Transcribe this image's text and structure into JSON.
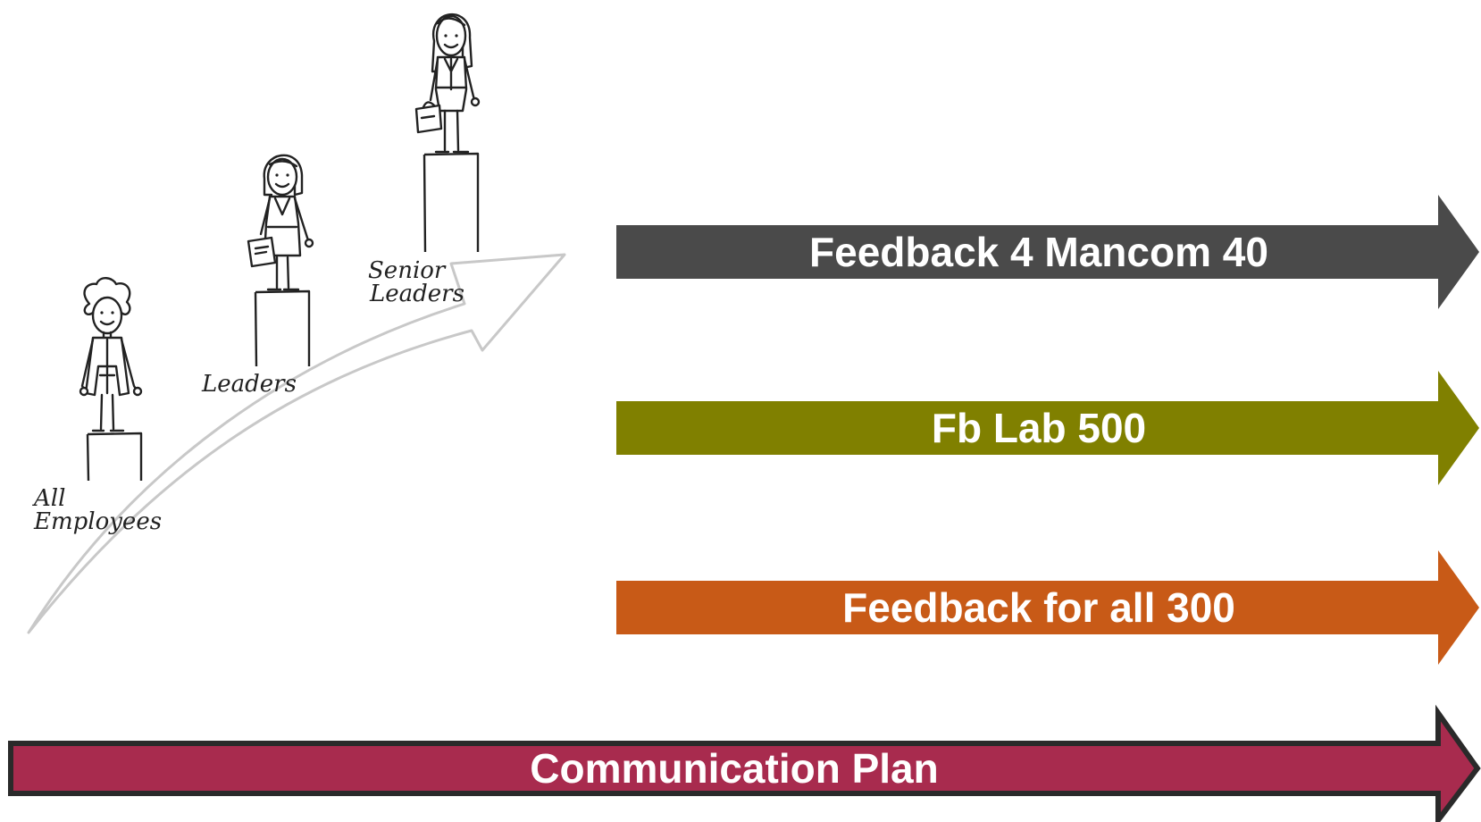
{
  "arrows": [
    {
      "label": "Feedback 4 Mancom 40",
      "color": "#4a4a4a"
    },
    {
      "label": "Fb Lab 500",
      "color": "#808000"
    },
    {
      "label": "Feedback for all 300",
      "color": "#c85a17"
    }
  ],
  "communication": {
    "label": "Communication Plan",
    "color": "#a82b4e",
    "outline": "#2a2a2a"
  },
  "levels": {
    "all_employees": [
      "All",
      "Employees"
    ],
    "leaders": [
      "Leaders"
    ],
    "senior_leaders": [
      "Senior",
      "Leaders"
    ]
  }
}
